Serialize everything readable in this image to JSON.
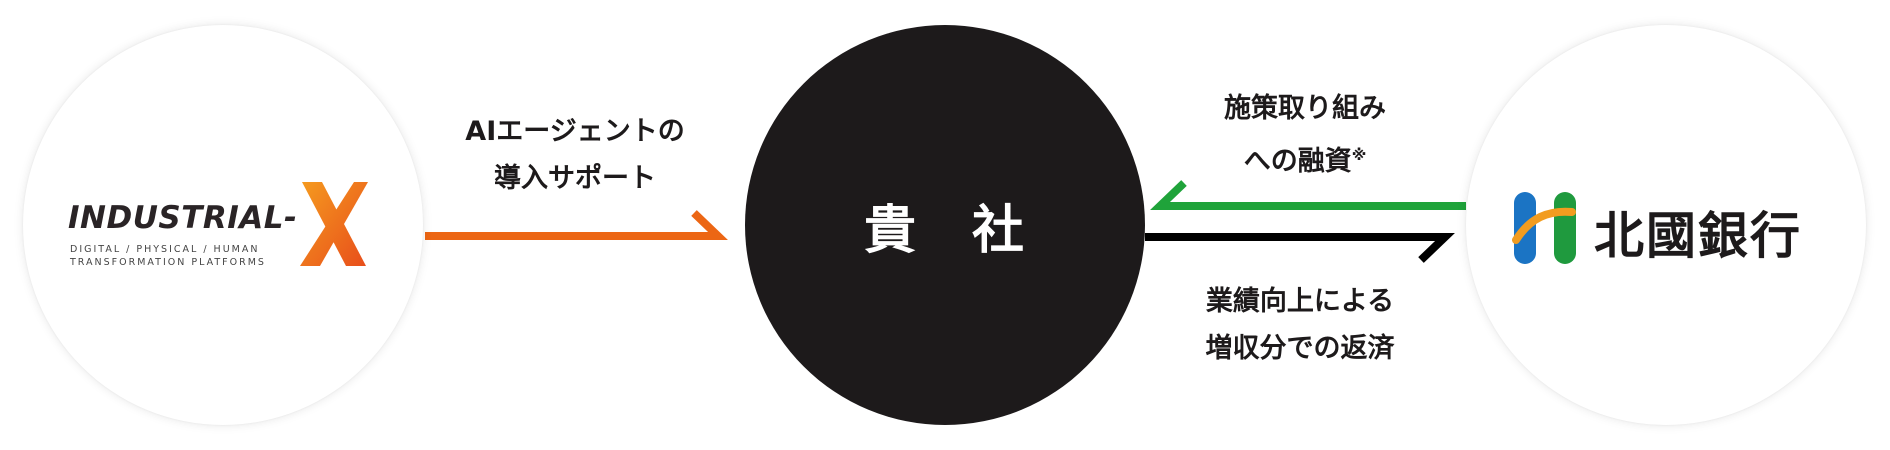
{
  "center": {
    "label": "貴　社"
  },
  "partners": {
    "industrial_x": {
      "wordmark": "INDUSTRIAL-",
      "wordmark_x": "X",
      "tagline_line1": "DIGITAL / PHYSICAL / HUMAN",
      "tagline_line2": "TRANSFORMATION PLATFORMS"
    },
    "hokkoku": {
      "name": "北國銀行"
    }
  },
  "flows": {
    "support": {
      "line1": "AIエージェントの",
      "line2": "導入サポート",
      "color": "#ec6614"
    },
    "financing": {
      "line1": "施策取り組み",
      "line2": "への融資",
      "note": "※",
      "color": "#1fa33a"
    },
    "repayment": {
      "line1": "業績向上による",
      "line2": "増収分での返済",
      "color": "#000000"
    }
  },
  "colors": {
    "center_fill": "#1d1a1b",
    "hokkoku_green": "#1f9a3e",
    "hokkoku_blue": "#1b74c4",
    "hokkoku_orange": "#f29c1f",
    "ix_orange": "#f07c1f",
    "ix_red": "#e8501b"
  }
}
